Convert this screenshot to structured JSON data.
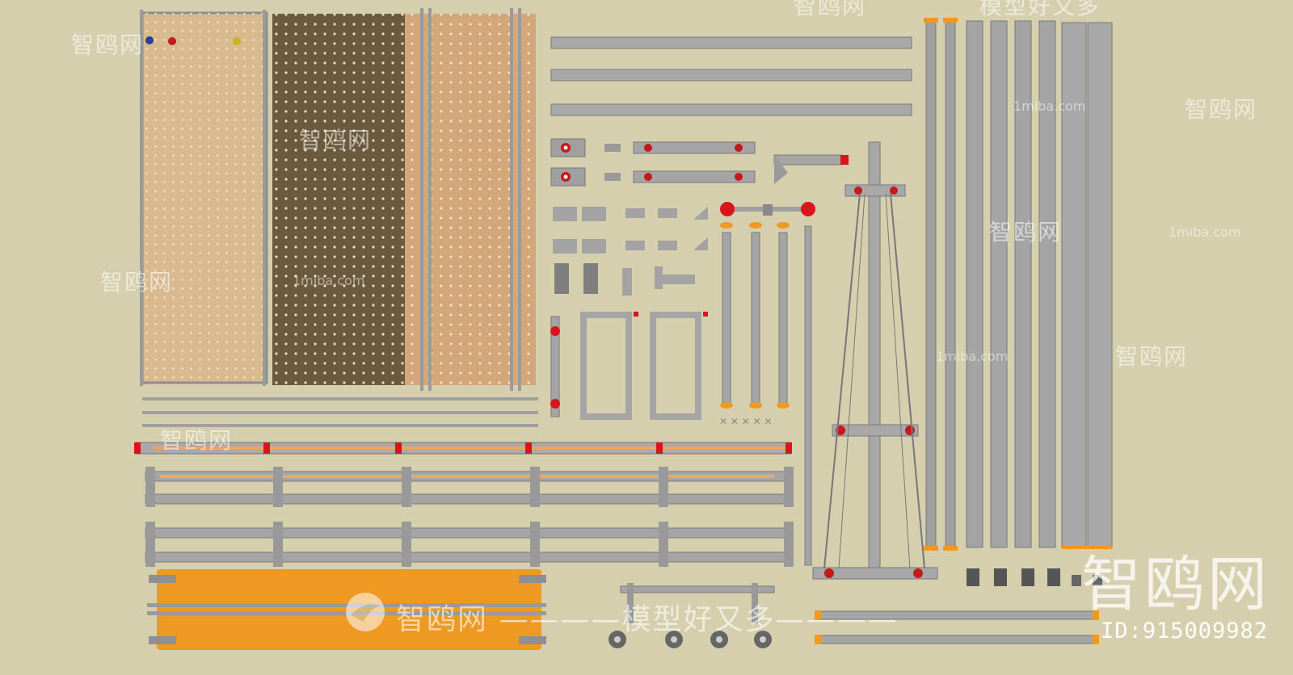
{
  "watermarks": {
    "brand": "智鸥网",
    "brand_slogan": "智鸥网 ————模型好又多————",
    "site_url": "1miba.com",
    "top_fragment_left": "智鸥网",
    "top_fragment_right": "模型好又多",
    "corner_brand": "智鸥网",
    "model_id": "ID:915009982"
  },
  "colors": {
    "background": "#d6cfae",
    "pegboard_light": "#d8b88c",
    "pegboard_dark": "#6b5a3e",
    "metal_grey": "#9b9b9b",
    "accent_orange": "#ee9a22",
    "accent_red": "#d8141c",
    "outline": "#6a6a6a"
  },
  "icons": {
    "casters": "caster-wheel-icon",
    "knob": "knob-icon",
    "logo": "gull-logo-icon"
  }
}
